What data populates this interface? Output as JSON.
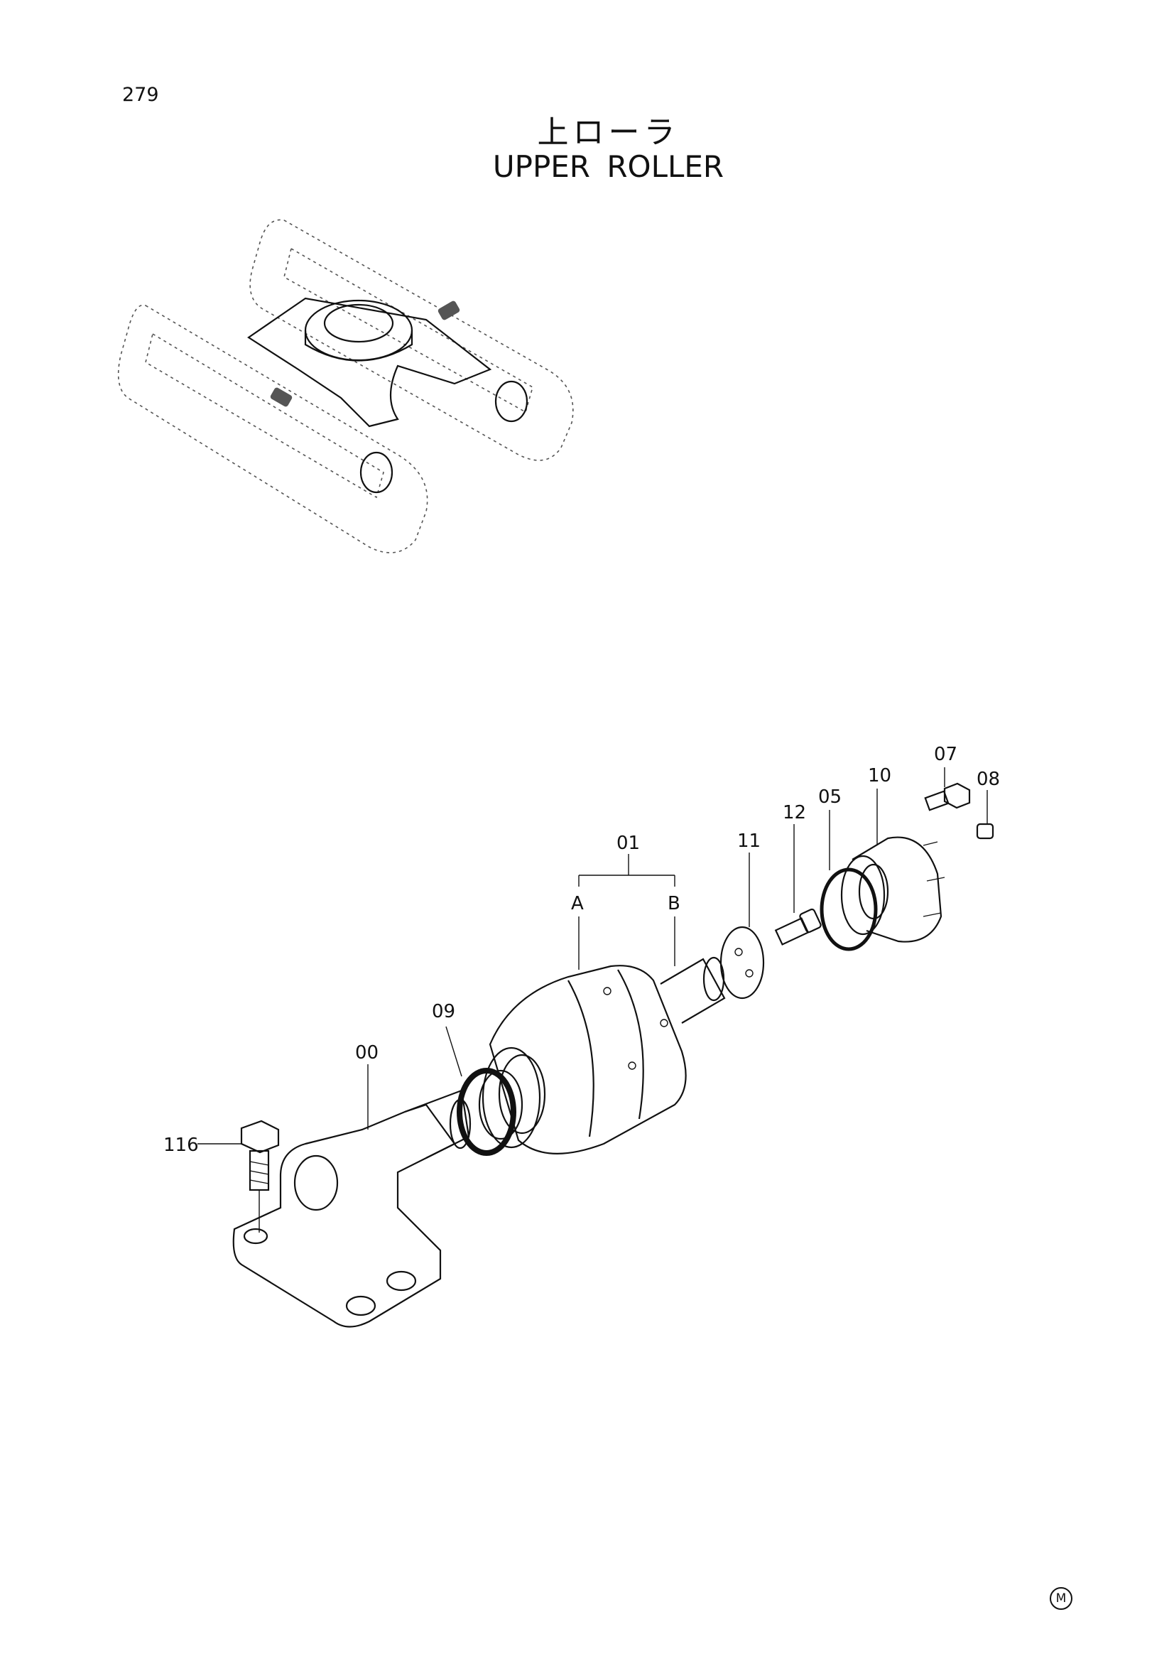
{
  "page": {
    "number": "279",
    "title_jp": "上ローラ",
    "title_en": "UPPER ROLLER",
    "mark": "M"
  },
  "callouts": [
    {
      "id": "116",
      "text": "116"
    },
    {
      "id": "00",
      "text": "00"
    },
    {
      "id": "09",
      "text": "09"
    },
    {
      "id": "01",
      "text": "01"
    },
    {
      "id": "A",
      "text": "A"
    },
    {
      "id": "B",
      "text": "B"
    },
    {
      "id": "11",
      "text": "11"
    },
    {
      "id": "12",
      "text": "12"
    },
    {
      "id": "05",
      "text": "05"
    },
    {
      "id": "10",
      "text": "10"
    },
    {
      "id": "07",
      "text": "07"
    },
    {
      "id": "08",
      "text": "08"
    }
  ]
}
